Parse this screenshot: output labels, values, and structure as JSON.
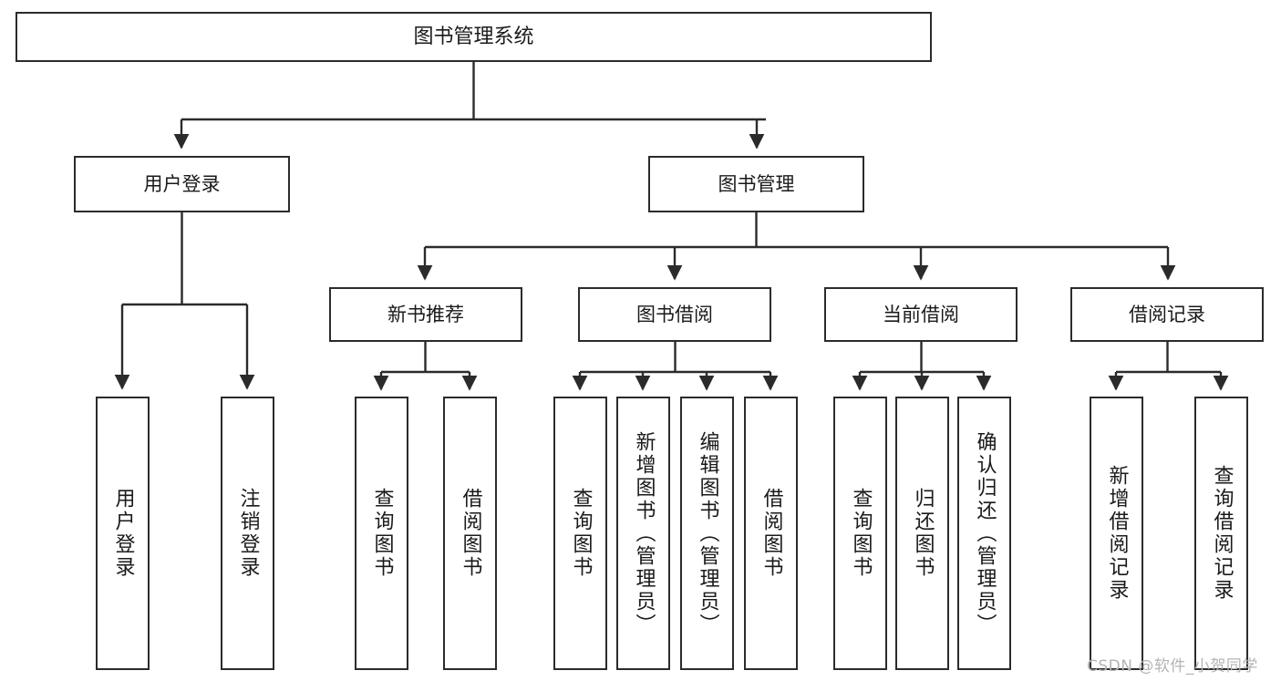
{
  "diagram": {
    "type": "tree",
    "title": "图书管理系统",
    "orientation": "top-down",
    "colors": {
      "node_border": "#2b2b2b",
      "node_fill": "#ffffff",
      "edge": "#2b2b2b",
      "text": "#1a1a1a",
      "watermark": "#b4b4b4",
      "background": "#ffffff"
    }
  },
  "nodes": {
    "root": {
      "label": "图书管理系统",
      "level": 0
    },
    "level1": [
      {
        "id": "user-login",
        "label": "用户登录"
      },
      {
        "id": "book-manage",
        "label": "图书管理"
      }
    ],
    "level2": [
      {
        "id": "new-book-recommend",
        "label": "新书推荐",
        "parent": "book-manage"
      },
      {
        "id": "book-borrow",
        "label": "图书借阅",
        "parent": "book-manage"
      },
      {
        "id": "current-borrow",
        "label": "当前借阅",
        "parent": "book-manage"
      },
      {
        "id": "borrow-record",
        "label": "借阅记录",
        "parent": "book-manage"
      }
    ],
    "leaves": [
      {
        "id": "leaf-user-login",
        "label": "用户登录",
        "parent": "user-login"
      },
      {
        "id": "leaf-logout-login",
        "label": "注销登录",
        "parent": "user-login"
      },
      {
        "id": "leaf-query-book-1",
        "label": "查询图书",
        "parent": "new-book-recommend"
      },
      {
        "id": "leaf-borrow-book-1",
        "label": "借阅图书",
        "parent": "new-book-recommend"
      },
      {
        "id": "leaf-query-book-2",
        "label": "查询图书",
        "parent": "book-borrow"
      },
      {
        "id": "leaf-add-book",
        "label": "新增图书（管理员）",
        "parent": "book-borrow"
      },
      {
        "id": "leaf-edit-book",
        "label": "编辑图书（管理员）",
        "parent": "book-borrow"
      },
      {
        "id": "leaf-borrow-book-2",
        "label": "借阅图书",
        "parent": "book-borrow"
      },
      {
        "id": "leaf-query-book-3",
        "label": "查询图书",
        "parent": "current-borrow"
      },
      {
        "id": "leaf-return-book",
        "label": "归还图书",
        "parent": "current-borrow"
      },
      {
        "id": "leaf-confirm-return",
        "label": "确认归还（管理员）",
        "parent": "current-borrow"
      },
      {
        "id": "leaf-add-record",
        "label": "新增借阅记录",
        "parent": "borrow-record"
      },
      {
        "id": "leaf-query-record",
        "label": "查询借阅记录",
        "parent": "borrow-record"
      }
    ]
  },
  "watermark": {
    "text": "CSDN @软件_小贺同学"
  }
}
